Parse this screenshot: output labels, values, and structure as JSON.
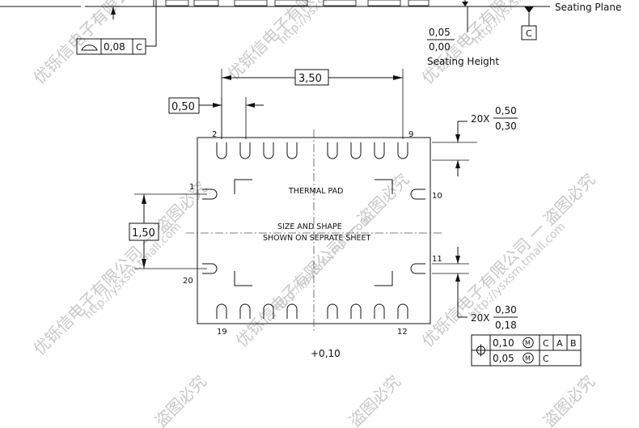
{
  "title_block": {
    "seating_plane": "Seating Plane",
    "seating_height": "Seating Height",
    "height_max": "0,05",
    "height_min": "0,00",
    "datum_c": "C",
    "flatness_value": "0,08",
    "flatness_datum": "C"
  },
  "body": {
    "thermal_pad": "THERMAL PAD",
    "size_line1": "SIZE AND SHAPE",
    "size_line2": "SHOWN ON SEPRATE SHEET",
    "tolerance": "+0,10"
  },
  "dimensions": {
    "pitch_span": "3,50",
    "pitch": "0,50",
    "side_span": "1,50",
    "lead_length_prefix": "20X",
    "lead_length_max": "0,50",
    "lead_length_min": "0,30",
    "lead_width_prefix": "20X",
    "lead_width_max": "0,30",
    "lead_width_min": "0,18"
  },
  "pins": {
    "p1": "1",
    "p2": "2",
    "p9": "9",
    "p10": "10",
    "p11": "11",
    "p12": "12",
    "p19": "19",
    "p20": "20"
  },
  "position_tolerance": {
    "row1_value": "0,10",
    "row1_datum1": "C",
    "row1_datum2": "A",
    "row1_datum3": "B",
    "row2_value": "0,05",
    "row2_datum1": "C",
    "modifier": "M"
  },
  "watermark": {
    "cn": "优铄信电子有限公司 一 盗图必究",
    "cn_short": "盗图必究",
    "url": "http://ysxsm.tmall.com"
  }
}
